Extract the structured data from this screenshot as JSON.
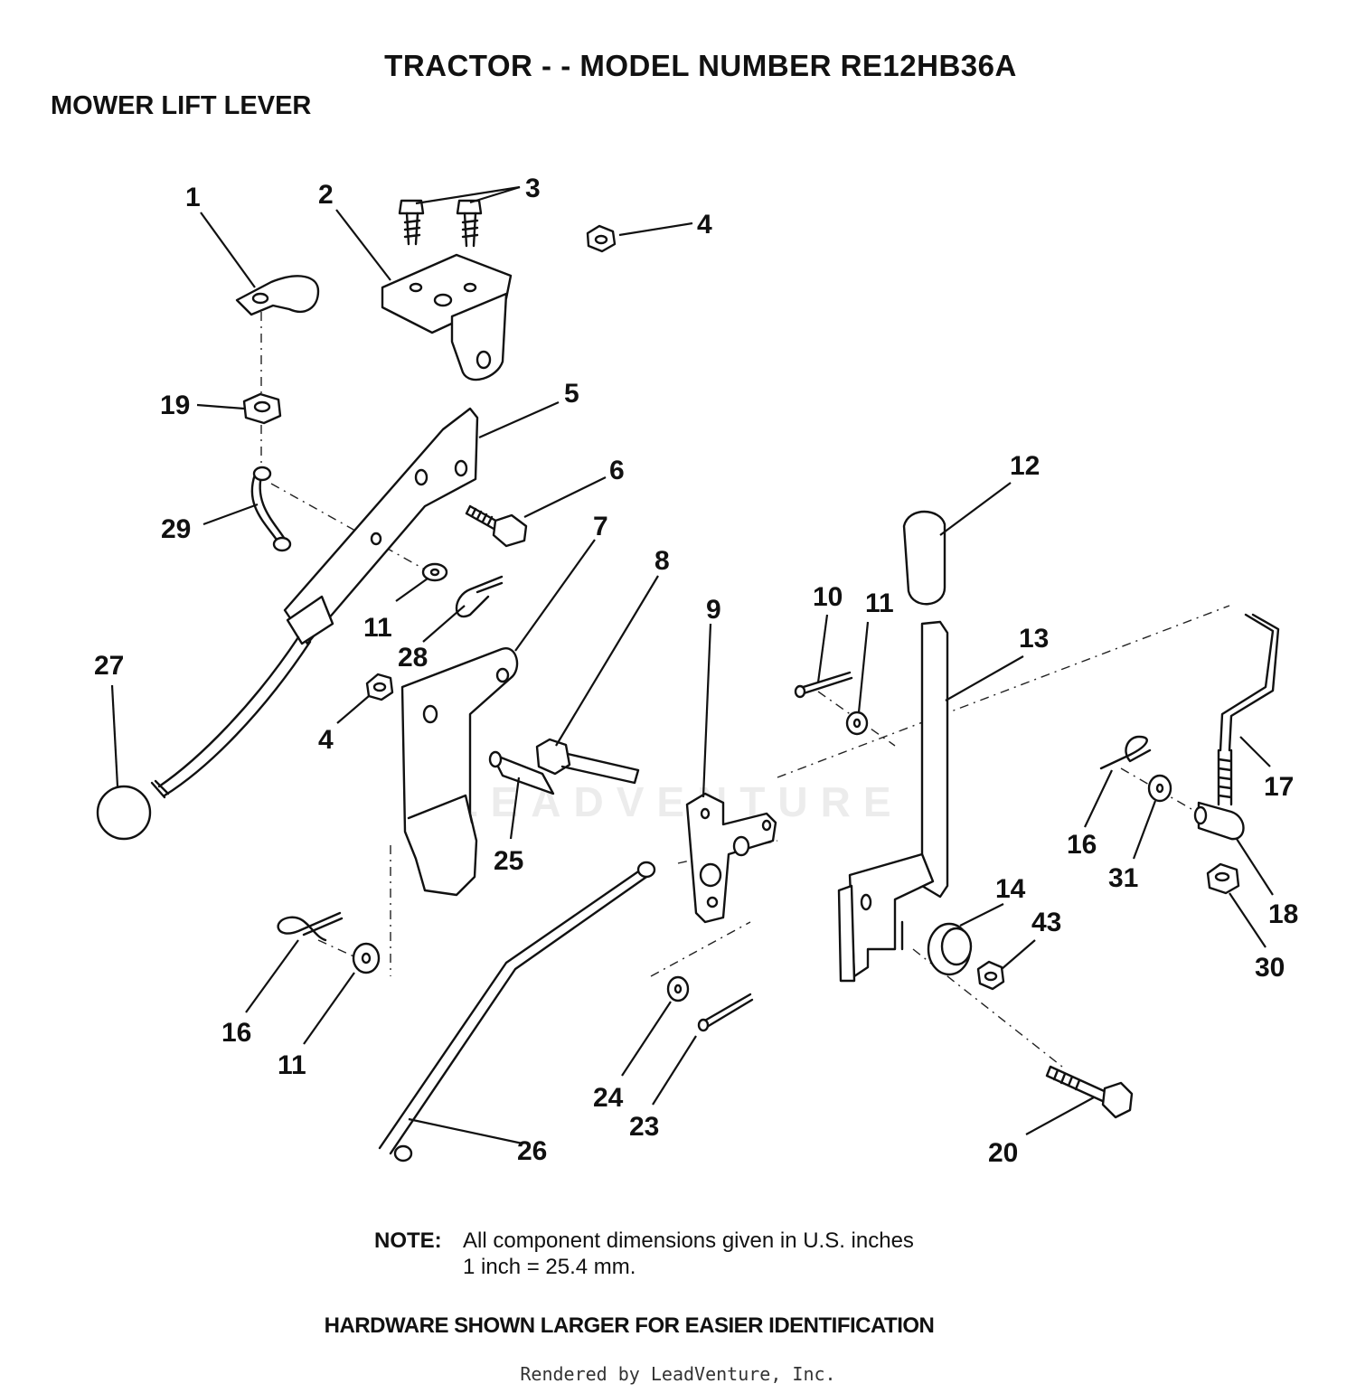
{
  "title": "TRACTOR - - MODEL NUMBER RE12HB36A",
  "subtitle": "MOWER LIFT LEVER",
  "callouts": [
    "1",
    "2",
    "3",
    "4",
    "19",
    "5",
    "6",
    "12",
    "29",
    "7",
    "8",
    "9",
    "10",
    "11",
    "13",
    "11",
    "28",
    "27",
    "4",
    "17",
    "16",
    "31",
    "18",
    "25",
    "14",
    "43",
    "30",
    "16",
    "11",
    "24",
    "23",
    "26",
    "20"
  ],
  "note": {
    "label": "NOTE:",
    "line1": "All component dimensions given in U.S. inches",
    "line2": "1 inch = 25.4 mm."
  },
  "hardware_note": "HARDWARE SHOWN LARGER FOR EASIER IDENTIFICATION",
  "credit": "Rendered by LeadVenture, Inc.",
  "watermark": "LEADVENTURE"
}
